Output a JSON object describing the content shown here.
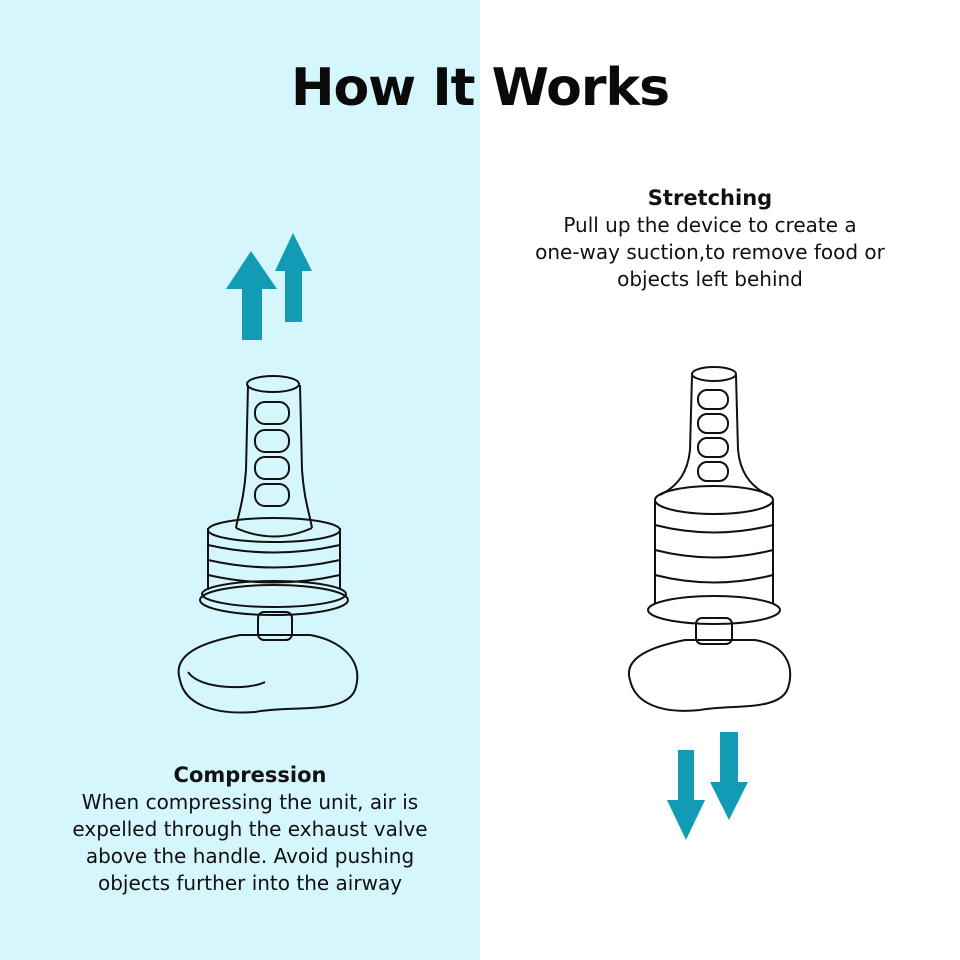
{
  "title": "How It Works",
  "colors": {
    "left_background": "#d4f6fc",
    "arrow": "#129bb5"
  },
  "stretching": {
    "heading": "Stretching",
    "lines": [
      "Pull up the device to create a",
      "one-way suction,to remove food or",
      "objects left behind"
    ]
  },
  "compression": {
    "heading": "Compression",
    "lines": [
      "When compressing the unit, air is",
      "expelled through the exhaust valve",
      "above the handle. Avoid pushing",
      "objects further into the airway"
    ]
  }
}
